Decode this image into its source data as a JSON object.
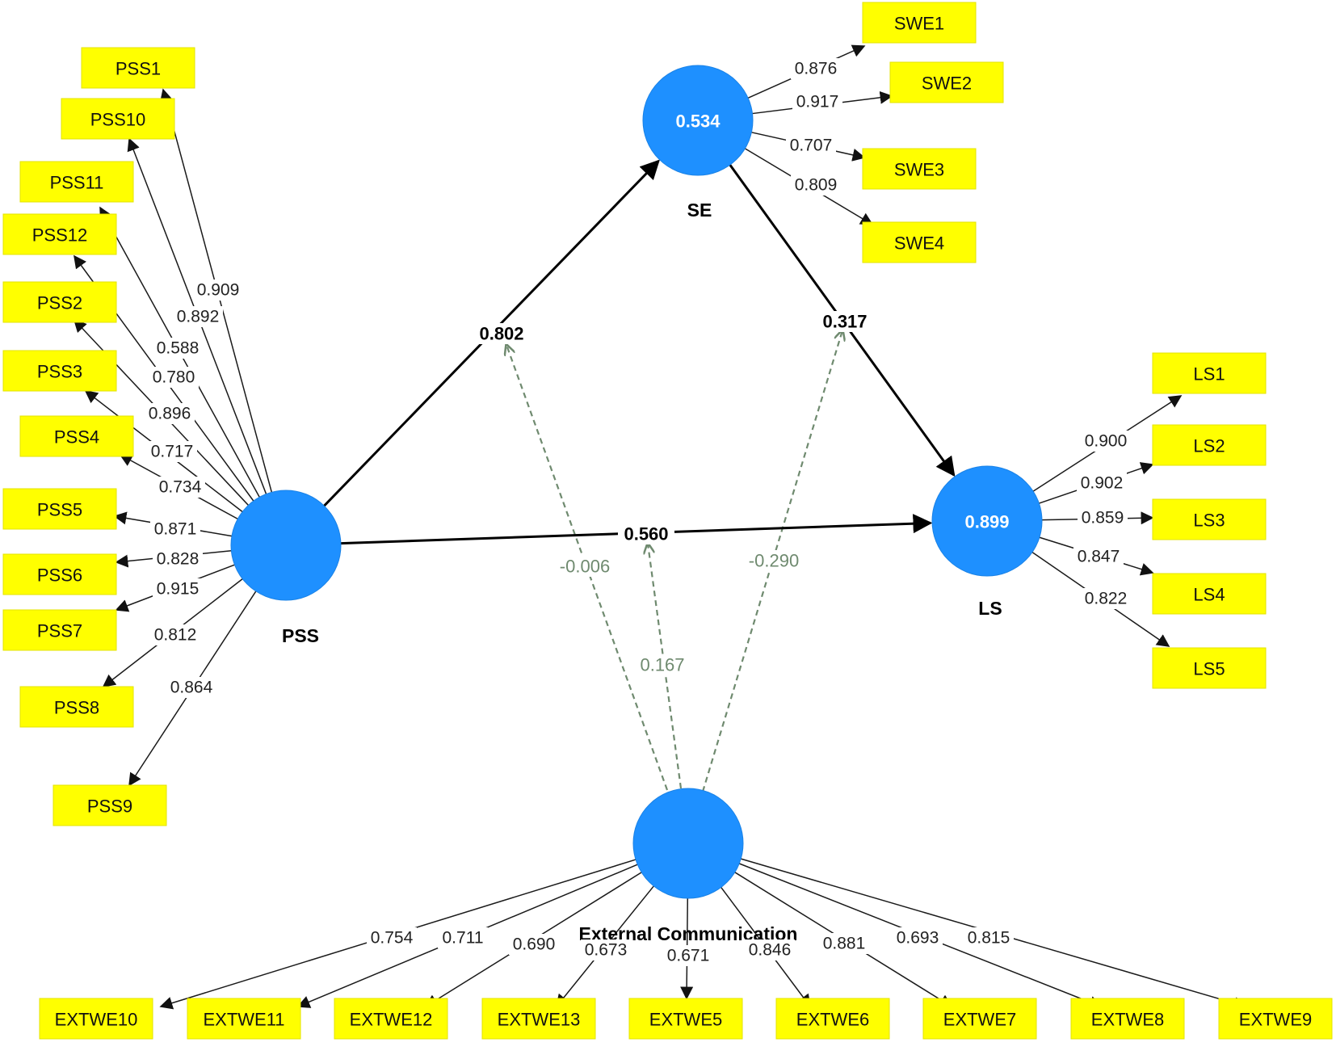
{
  "constructs": {
    "pss": {
      "label": "PSS",
      "r2": ""
    },
    "se": {
      "label": "SE",
      "r2": "0.534"
    },
    "ls": {
      "label": "LS",
      "r2": "0.899"
    },
    "ec": {
      "label": "External Communication",
      "r2": ""
    }
  },
  "indicators": {
    "pss": [
      "PSS1",
      "PSS10",
      "PSS11",
      "PSS12",
      "PSS2",
      "PSS3",
      "PSS4",
      "PSS5",
      "PSS6",
      "PSS7",
      "PSS8",
      "PSS9"
    ],
    "se": [
      "SWE1",
      "SWE2",
      "SWE3",
      "SWE4"
    ],
    "ls": [
      "LS1",
      "LS2",
      "LS3",
      "LS4",
      "LS5"
    ],
    "ec": [
      "EXTWE10",
      "EXTWE11",
      "EXTWE12",
      "EXTWE13",
      "EXTWE5",
      "EXTWE6",
      "EXTWE7",
      "EXTWE8",
      "EXTWE9"
    ]
  },
  "loadings": {
    "pss": [
      "0.909",
      "0.892",
      "0.588",
      "0.780",
      "0.896",
      "0.717",
      "0.734",
      "0.871",
      "0.828",
      "0.915",
      "0.812",
      "0.864"
    ],
    "se": [
      "0.876",
      "0.917",
      "0.707",
      "0.809"
    ],
    "ls": [
      "0.900",
      "0.902",
      "0.859",
      "0.847",
      "0.822"
    ],
    "ec": [
      "0.754",
      "0.711",
      "0.690",
      "0.673",
      "0.671",
      "0.846",
      "0.881",
      "0.693",
      "0.815"
    ]
  },
  "paths": {
    "pss_se": "0.802",
    "se_ls": "0.317",
    "pss_ls": "0.560"
  },
  "moderations": {
    "on_pss_se": "-0.006",
    "on_pss_ls": "0.167",
    "on_se_ls": "-0.290"
  },
  "colors": {
    "node_fill": "#1e90ff",
    "indicator_fill": "#ffff00",
    "moderation_line": "#6f8a6f"
  }
}
